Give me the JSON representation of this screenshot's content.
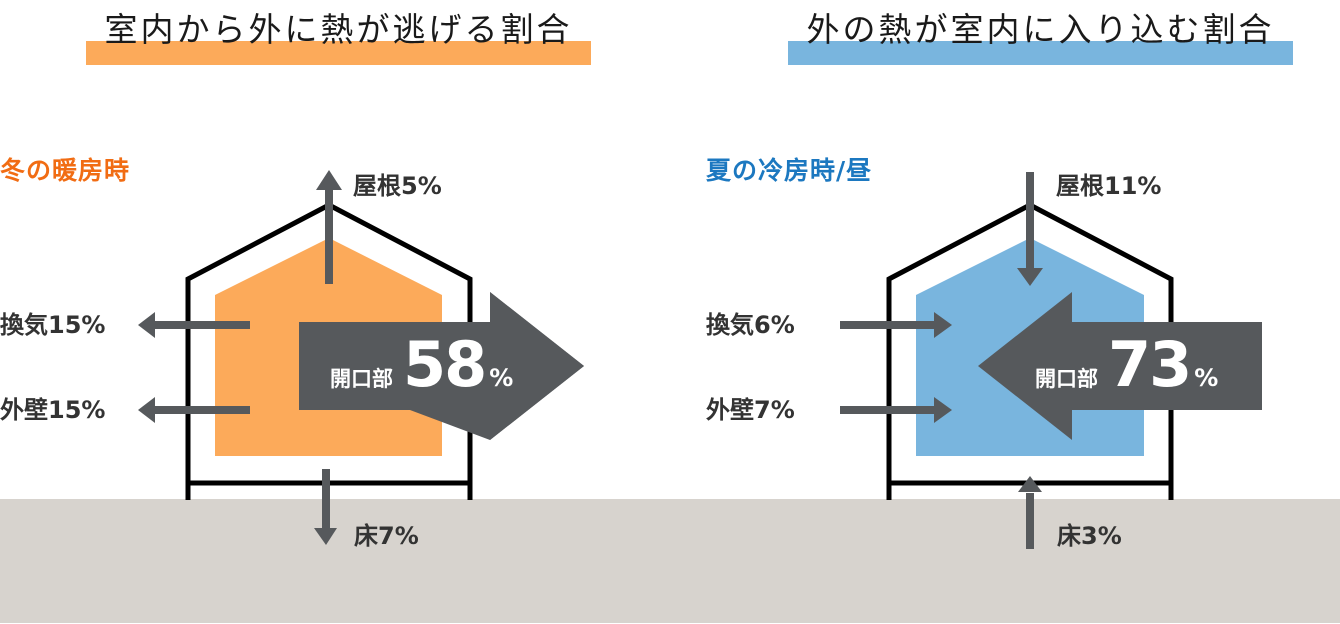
{
  "colors": {
    "heat_out_accent": "#fcaa5a",
    "heat_in_accent": "#79b5de",
    "winter_title": "#f16c13",
    "summer_title": "#1c78c0",
    "arrow": "#56595c",
    "house_outline": "#000000",
    "ground": "#d7d3ce"
  },
  "panels": [
    {
      "heading": "室内から外に熱が逃げる割合",
      "season": "冬の暖房時",
      "direction": "out",
      "items": {
        "roof": {
          "label": "屋根",
          "value": "5%"
        },
        "ventilation": {
          "label": "換気",
          "value": "15%"
        },
        "exterior_wall": {
          "label": "外壁",
          "value": "15%"
        },
        "floor": {
          "label": "床",
          "value": "7%"
        },
        "openings": {
          "label": "開口部",
          "value": "58",
          "unit": "%"
        }
      }
    },
    {
      "heading": "外の熱が室内に入り込む割合",
      "season": "夏の冷房時/昼",
      "direction": "in",
      "items": {
        "roof": {
          "label": "屋根",
          "value": "11%"
        },
        "ventilation": {
          "label": "換気",
          "value": "6%"
        },
        "exterior_wall": {
          "label": "外壁",
          "value": "7%"
        },
        "floor": {
          "label": "床",
          "value": "3%"
        },
        "openings": {
          "label": "開口部",
          "value": "73",
          "unit": "%"
        }
      }
    }
  ],
  "text": {
    "left_roof": "屋根5%",
    "left_vent": "換気15%",
    "left_wall": "外壁15%",
    "left_floor": "床7%",
    "right_roof": "屋根11%",
    "right_vent": "換気6%",
    "right_wall": "外壁7%",
    "right_floor": "床3%"
  }
}
